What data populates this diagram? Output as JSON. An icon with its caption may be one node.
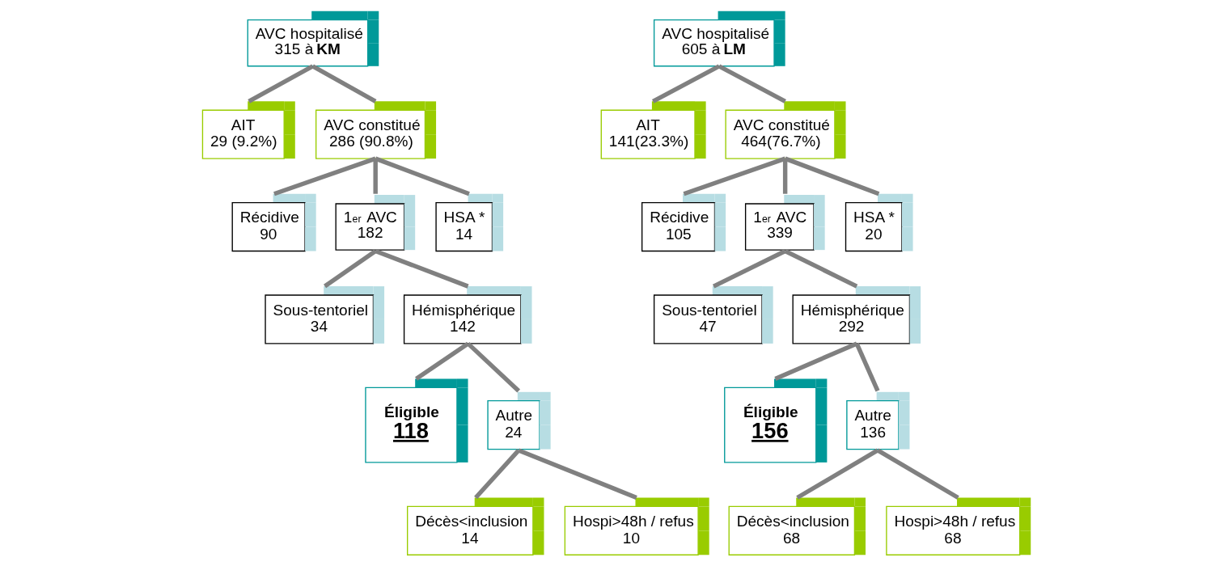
{
  "diagram": {
    "nodes": [
      {
        "text": [
          "AVC hospitalisé",
          "315 à **KM**"
        ]
      },
      {
        "text": [
          "AIT",
          "29 (9.2%)"
        ]
      },
      {
        "text": [
          "AVC constitué",
          "286 (90.8%)"
        ]
      },
      {
        "text": [
          "Récidive",
          "90"
        ]
      },
      {
        "text": [
          "1$^{er}$ AVC",
          "182"
        ]
      },
      {
        "text": [
          "HSA *",
          "14"
        ]
      },
      {
        "text": [
          "Sous-tentoriel",
          "34"
        ]
      },
      {
        "text": [
          "Hémisphérique",
          "142"
        ]
      },
      {
        "text": [
          "Éligible",
          "118"
        ]
      },
      {
        "text": [
          "Autre",
          "24"
        ]
      },
      {
        "text": [
          "Décès<inclusion",
          "14"
        ]
      },
      {
        "text": [
          "Hospi>48h / refus",
          "10"
        ]
      },
      {
        "text": [
          "AVC hospitalisé",
          "605 à **LM**"
        ]
      },
      {
        "text": [
          "AIT",
          "141(23.3%)"
        ]
      },
      {
        "text": [
          "AVC constitué",
          "464(76.7%)"
        ]
      },
      {
        "text": [
          "Récidive",
          "105"
        ]
      },
      {
        "text": [
          "1$^{er}$ AVC",
          "339"
        ]
      },
      {
        "text": [
          "HSA *",
          "20"
        ]
      },
      {
        "text": [
          "Sous-tentoriel",
          "47"
        ]
      },
      {
        "text": [
          "Hémisphérique",
          "292"
        ]
      },
      {
        "text": [
          "Éligible",
          "156"
        ]
      },
      {
        "text": [
          "Autre",
          "136"
        ]
      },
      {
        "text": [
          "Décès<inclusion",
          "68"
        ]
      },
      {
        "text": [
          "Hospi>48h / refus",
          "68"
        ]
      }
    ],
    "edges": [
      {
        "from": 0,
        "to": 1,
        "arrow": "none"
      },
      {
        "from": 0,
        "to": 2,
        "arrow": "none"
      },
      {
        "from": 2,
        "to": 3,
        "arrow": "none"
      },
      {
        "from": 2,
        "to": 4,
        "arrow": "none"
      },
      {
        "from": 2,
        "to": 5,
        "arrow": "none"
      },
      {
        "from": 4,
        "to": 6,
        "arrow": "none"
      },
      {
        "from": 4,
        "to": 7,
        "arrow": "none"
      },
      {
        "from": 7,
        "to": 8,
        "arrow": "none"
      },
      {
        "from": 7,
        "to": 9,
        "arrow": "none"
      },
      {
        "from": 9,
        "to": 10,
        "arrow": "none"
      },
      {
        "from": 9,
        "to": 11,
        "arrow": "none"
      },
      {
        "from": 12,
        "to": 13,
        "arrow": "none"
      },
      {
        "from": 12,
        "to": 14,
        "arrow": "none"
      },
      {
        "from": 14,
        "to": 15,
        "arrow": "none"
      },
      {
        "from": 14,
        "to": 16,
        "arrow": "none"
      },
      {
        "from": 14,
        "to": 17,
        "arrow": "none"
      },
      {
        "from": 16,
        "to": 18,
        "arrow": "none"
      },
      {
        "from": 16,
        "to": 19,
        "arrow": "none"
      },
      {
        "from": 19,
        "to": 20,
        "arrow": "none"
      },
      {
        "from": 19,
        "to": 21,
        "arrow": "none"
      },
      {
        "from": 21,
        "to": 22,
        "arrow": "none"
      },
      {
        "from": 21,
        "to": 23,
        "arrow": "none"
      }
    ]
  }
}
